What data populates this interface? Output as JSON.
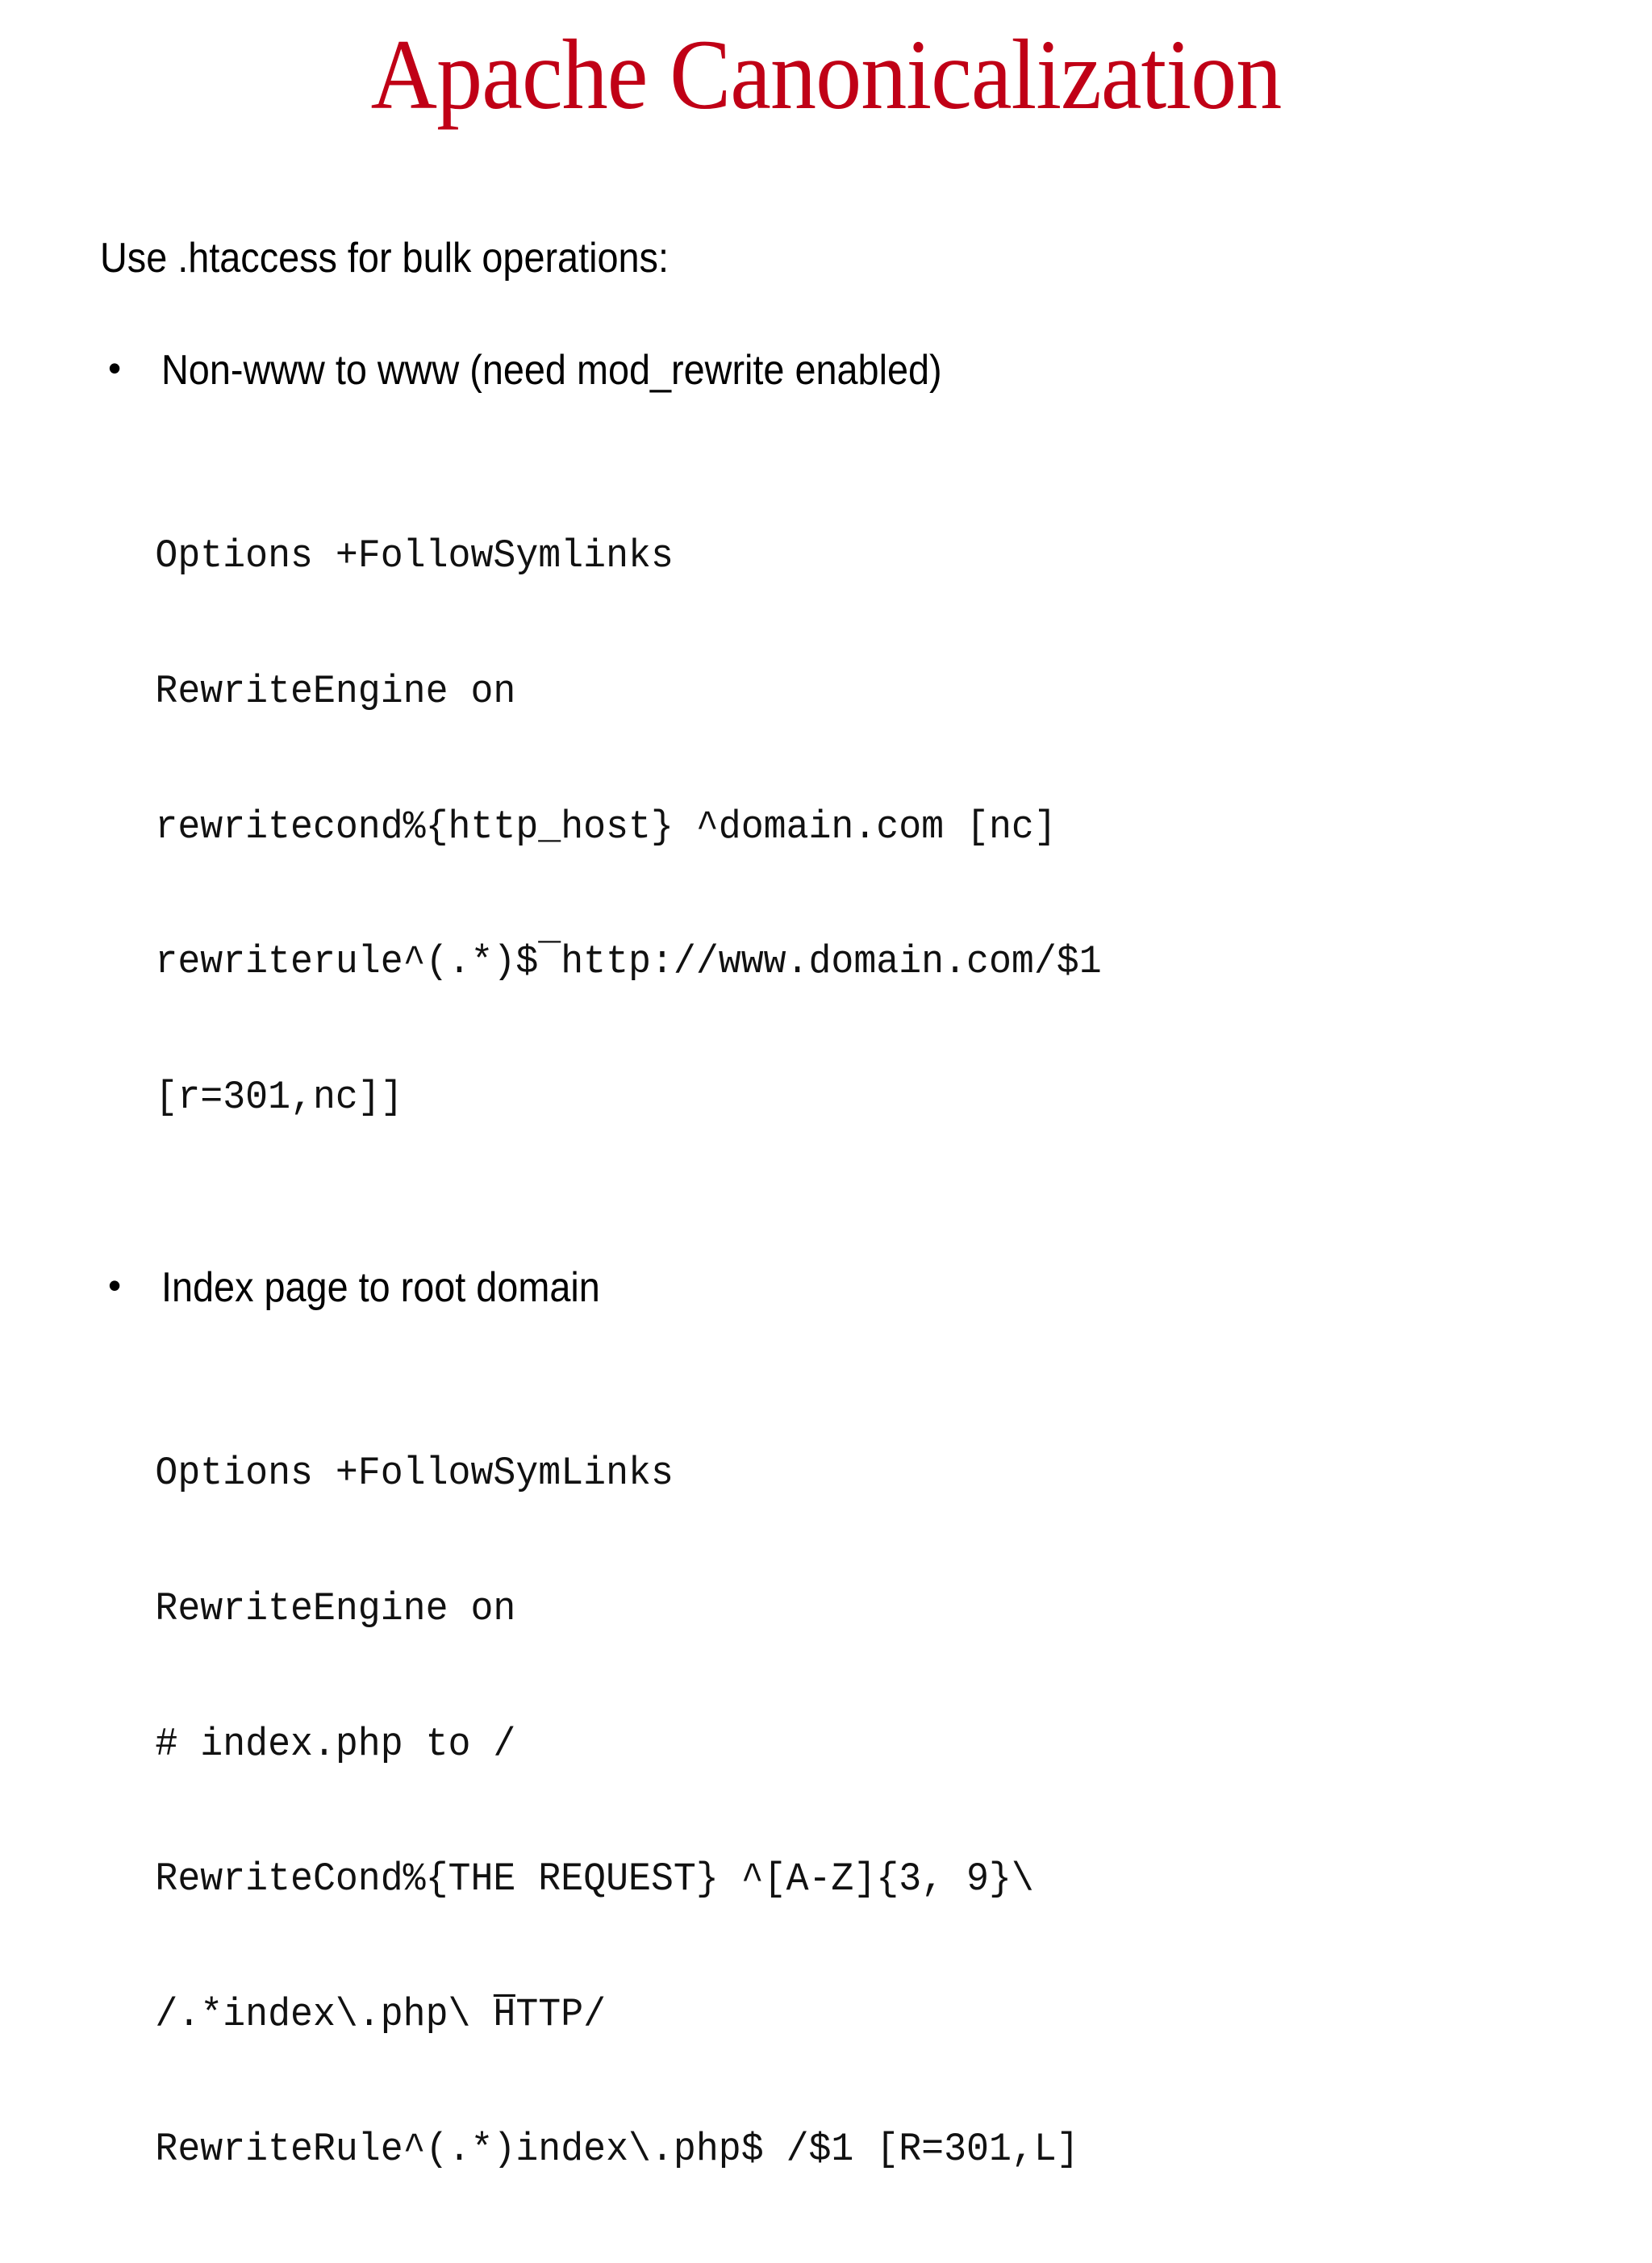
{
  "slide": {
    "title": "Apache Canonicalization",
    "title_color": "#C00016",
    "background_color": "#FFFFFF",
    "lead": "Use .htaccess for bulk operations:",
    "bullet_glyph": "•",
    "bullets": [
      {
        "label": "Non-www to www (need mod_rewrite enabled)",
        "code": [
          "Options +FollowSymlinks",
          "RewriteEngine on",
          "rewritecond%{http_host} ^domain.com [nc]",
          "rewriterule^(.*)$¯http://www.domain.com/$1",
          "[r=301,nc]]"
        ]
      },
      {
        "label": "Index page to root domain",
        "code": [
          "Options +FollowSymLinks",
          "RewriteEngine on",
          "# index.php to /",
          "RewriteCond%{THE REQUEST} ^[A-Z]{3, 9}\\",
          "/.*index\\.php\\ H̅TTP/",
          "RewriteRule^(.*)index\\.php$ /$1 [R=301,L]"
        ]
      }
    ]
  }
}
